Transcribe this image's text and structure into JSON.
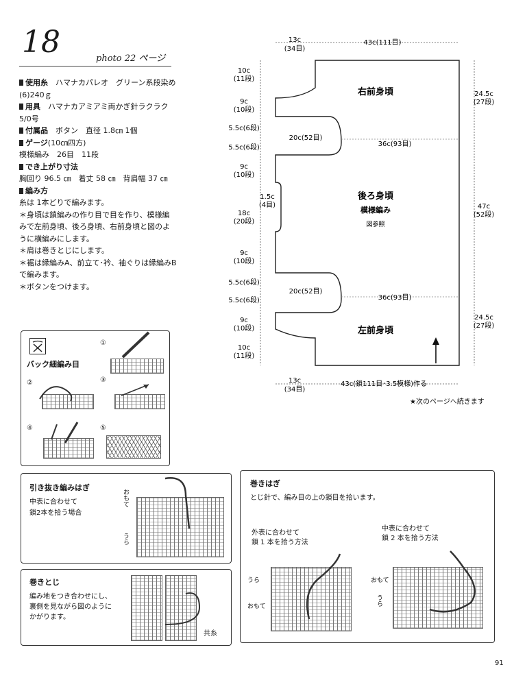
{
  "pattern": {
    "number": "18",
    "photo_ref": "photo 22 ページ"
  },
  "specs": [
    {
      "label": "使用糸",
      "value": "ハマナカパレオ　グリーン系段染め(6)240ｇ"
    },
    {
      "label": "用具",
      "value": "ハマナカアミアミ両かぎ針ラクラク 5/0号"
    },
    {
      "label": "付属品",
      "value": "ボタン　直径 1.8㎝ 1個"
    },
    {
      "label": "ゲージ",
      "value": "(10㎝四方)"
    },
    {
      "label": "",
      "value": "模様編み　26目　11段"
    },
    {
      "label": "でき上がり寸法",
      "value": ""
    },
    {
      "label": "",
      "value": "胸回り 96.5 ㎝　着丈 58 ㎝　背肩幅 37 ㎝"
    },
    {
      "label": "編み方",
      "value": ""
    }
  ],
  "instructions": [
    "糸は 1本どりで編みます。",
    "＊身頃は鎖編みの作り目で目を作り、模様編みで左前身頃、後ろ身頃、右前身頃と図のように横編みにします。",
    "＊肩は巻きとじにします。",
    "＊裾は縁編みA、前立て･衿、袖ぐりは縁編みBで編みます。",
    "＊ボタンをつけます。"
  ],
  "diagram": {
    "top_dims": [
      {
        "value": "13c",
        "sub": "(34目)"
      },
      {
        "value": "43c(111目)",
        "sub": ""
      }
    ],
    "bottom_dims": [
      {
        "value": "13c",
        "sub": "(34目)"
      },
      {
        "value": "43c(鎖111目･3.5模様)作る",
        "sub": ""
      }
    ],
    "left_dims": [
      {
        "value": "10c",
        "sub": "(11段)"
      },
      {
        "value": "9c",
        "sub": "(10段)"
      },
      {
        "value": "5.5c(6段)",
        "sub": ""
      },
      {
        "value": "5.5c(6段)",
        "sub": ""
      },
      {
        "value": "9c",
        "sub": "(10段)"
      },
      {
        "value": "18c",
        "sub": "(20段)"
      },
      {
        "value": "9c",
        "sub": "(10段)"
      },
      {
        "value": "5.5c(6段)",
        "sub": ""
      },
      {
        "value": "5.5c(6段)",
        "sub": ""
      },
      {
        "value": "9c",
        "sub": "(10段)"
      },
      {
        "value": "10c",
        "sub": "(11段)"
      }
    ],
    "collar_dim": {
      "value": "1.5c",
      "sub": "(4目)"
    },
    "right_dims": [
      {
        "value": "24.5c",
        "sub": "(27段)"
      },
      {
        "value": "47c",
        "sub": "(52段)"
      },
      {
        "value": "24.5c",
        "sub": "(27段)"
      }
    ],
    "armhole_top": {
      "a": "20c(52目)",
      "b": "36c(93目)"
    },
    "armhole_bottom": {
      "a": "20c(52目)",
      "b": "36c(93目)"
    },
    "pieces": {
      "right_front": "右前身頃",
      "back": "後ろ身頃",
      "back_sub": "模様編み",
      "back_ref": "図参照",
      "left_front": "左前身頃"
    },
    "continued": "★次のページへ続きます"
  },
  "back_stitch": {
    "title": "バック細編み目",
    "steps": [
      "①",
      "②",
      "③",
      "④",
      "⑤"
    ]
  },
  "hikinuki": {
    "title": "引き抜き編みはぎ",
    "desc": [
      "中表に合わせて",
      "鎖2本を拾う場合"
    ],
    "omote": "おもて",
    "ura": "うら"
  },
  "makitoji": {
    "title": "巻きとじ",
    "desc": [
      "編み地をつき合わせにし、",
      "裏側を見ながら図のように",
      "かがります。"
    ],
    "yarn": "共糸"
  },
  "makihagi": {
    "title": "巻きはぎ",
    "desc": "とじ針で、編み目の上の鎖目を拾います。",
    "left_caption": [
      "外表に合わせて",
      "鎖 1 本を拾う方法"
    ],
    "right_caption": [
      "中表に合わせて",
      "鎖 2 本を拾う方法"
    ],
    "left_labels": {
      "ura": "うら",
      "omote": "おもて"
    },
    "right_labels": {
      "omote": "おもて",
      "ura": "うら"
    }
  },
  "page_number": "91"
}
